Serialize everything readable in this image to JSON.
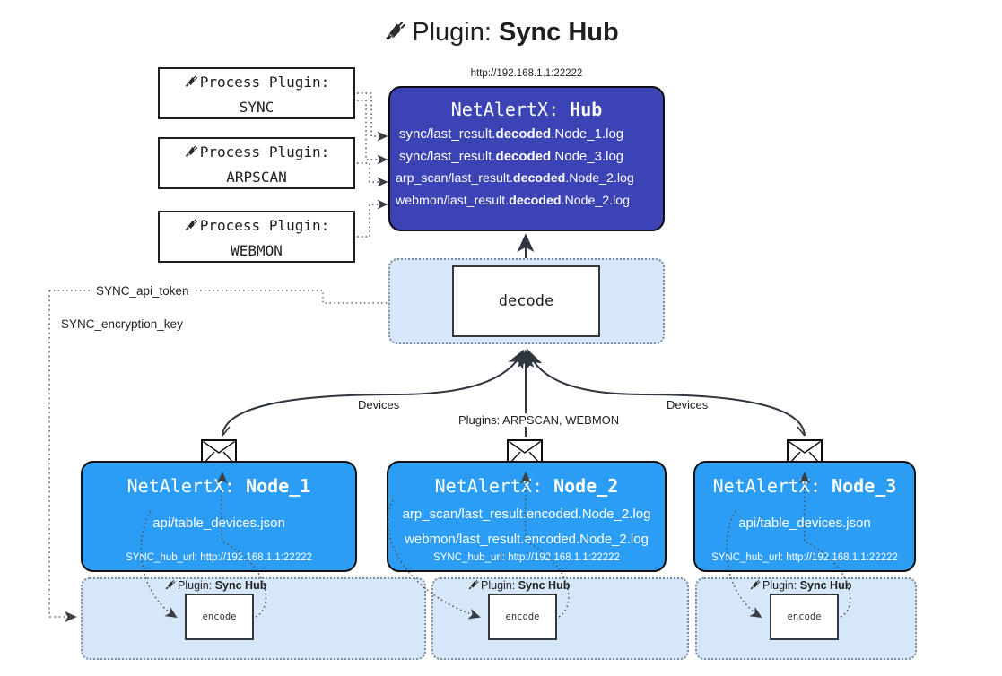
{
  "title": {
    "icon": "plug-icon",
    "prefix": "Plugin: ",
    "name": "Sync Hub"
  },
  "hub": {
    "url_caption": "http://192.168.1.1:22222",
    "title_prefix": "NetAlertX: ",
    "title_name": "Hub",
    "lines": [
      {
        "pre": "sync/last_result.",
        "mid": "decoded",
        "post": ".Node_1.log"
      },
      {
        "pre": "sync/last_result.",
        "mid": "decoded",
        "post": ".Node_3.log"
      },
      {
        "pre": "arp_scan/last_result.",
        "mid": "decoded",
        "post": ".Node_2.log"
      },
      {
        "pre": "webmon/last_result.",
        "mid": "decoded",
        "post": ".Node_2.log"
      }
    ],
    "color": "#3b43b5"
  },
  "process_plugins": [
    {
      "icon": "plug-icon",
      "line1": "Process Plugin:",
      "line2": "SYNC"
    },
    {
      "icon": "plug-icon",
      "line1": "Process Plugin:",
      "line2": "ARPSCAN"
    },
    {
      "icon": "plug-icon",
      "line1": "Process Plugin:",
      "line2": "WEBMON"
    }
  ],
  "decode": {
    "label": "decode",
    "container_color": "#d6e7fa"
  },
  "keys": {
    "api_token": "SYNC_api_token",
    "encryption_key": "SYNC_encryption_key"
  },
  "edge_labels": {
    "devices_left": "Devices",
    "devices_right": "Devices",
    "plugins_center": "Plugins: ARPSCAN, WEBMON"
  },
  "nodes": [
    {
      "title_prefix": "NetAlertX: ",
      "title_name": "Node_1",
      "lines": [
        "api/table_devices.json"
      ],
      "footer": "SYNC_hub_url: http://192.168.1.1:22222",
      "envelope_icon": "envelope-icon",
      "color": "#2b9df5"
    },
    {
      "title_prefix": "NetAlertX: ",
      "title_name": "Node_2",
      "lines": [
        "arp_scan/last_result.encoded.Node_2.log",
        "webmon/last_result.encoded.Node_2.log"
      ],
      "footer": "SYNC_hub_url: http://192.168.1.1:22222",
      "envelope_icon": "envelope-icon",
      "color": "#2b9df5"
    },
    {
      "title_prefix": "NetAlertX: ",
      "title_name": "Node_3",
      "lines": [
        "api/table_devices.json"
      ],
      "footer": "SYNC_hub_url: http://192.168.1.1:22222",
      "envelope_icon": "envelope-icon",
      "color": "#2b9df5"
    }
  ],
  "encoders": [
    {
      "caption_icon": "plug-icon",
      "caption_prefix": "Plugin: ",
      "caption_name": "Sync Hub",
      "label": "encode"
    },
    {
      "caption_icon": "plug-icon",
      "caption_prefix": "Plugin: ",
      "caption_name": "Sync Hub",
      "label": "encode"
    },
    {
      "caption_icon": "plug-icon",
      "caption_prefix": "Plugin: ",
      "caption_name": "Sync Hub",
      "label": "encode"
    }
  ]
}
